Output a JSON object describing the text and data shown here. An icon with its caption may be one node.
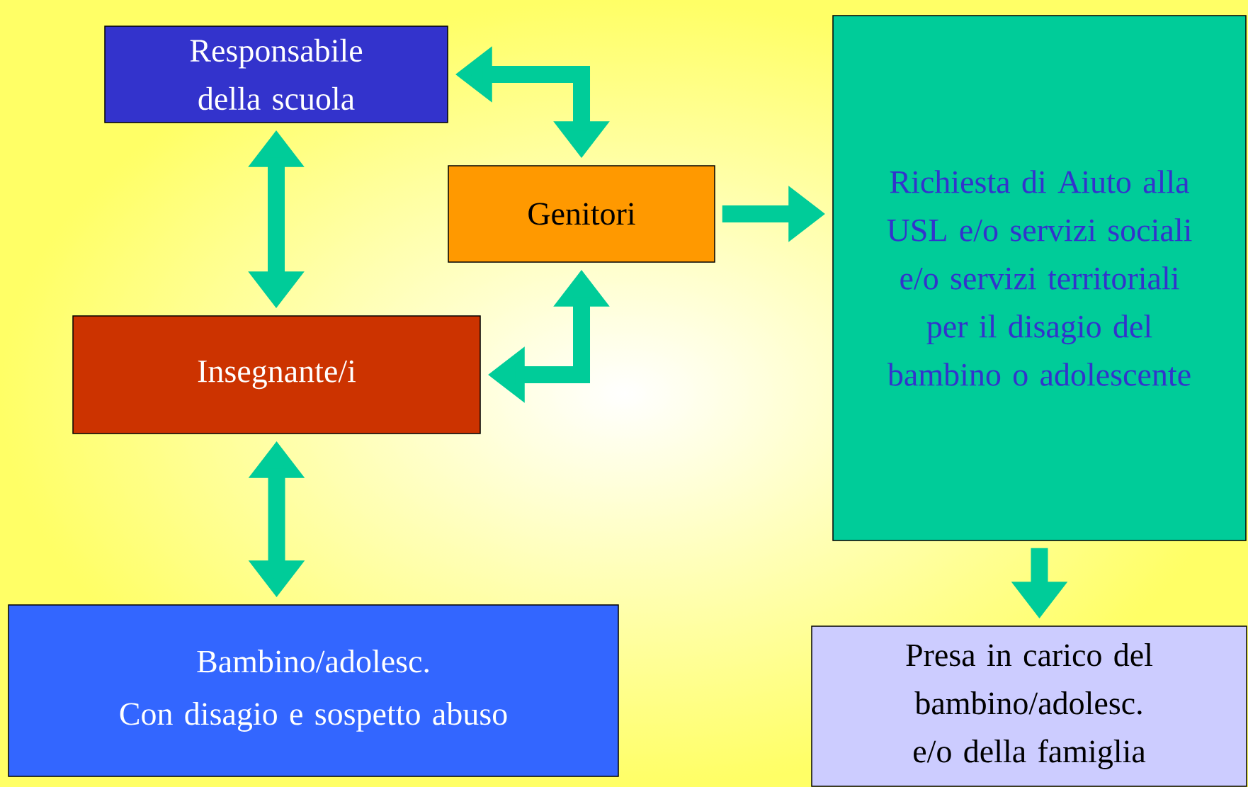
{
  "diagram": {
    "nodes": [
      {
        "text": [
          "Responsabile della scuola"
        ]
      },
      {
        "text": [
          "Genitori"
        ]
      },
      {
        "text": [
          "Richiesta di Aiuto alla USL e/o servizi sociali e/o servizi territoriali per il disagio del bambino o adolescente"
        ]
      },
      {
        "text": [
          "Insegnante/i"
        ]
      },
      {
        "text": [
          "Bambino/adolesc.",
          "Con disagio e sospetto abuso"
        ]
      },
      {
        "text": [
          "Presa in carico del bambino/adolesc. e/o della famiglia"
        ]
      }
    ],
    "edges": [
      {
        "from": 0,
        "to": 1,
        "arrow": "both"
      },
      {
        "from": 0,
        "to": 3,
        "arrow": "both"
      },
      {
        "from": 1,
        "to": 2,
        "arrow": "to"
      },
      {
        "from": 3,
        "to": 1,
        "arrow": "both"
      },
      {
        "from": 3,
        "to": 4,
        "arrow": "both"
      },
      {
        "from": 2,
        "to": 5,
        "arrow": "to"
      }
    ]
  }
}
